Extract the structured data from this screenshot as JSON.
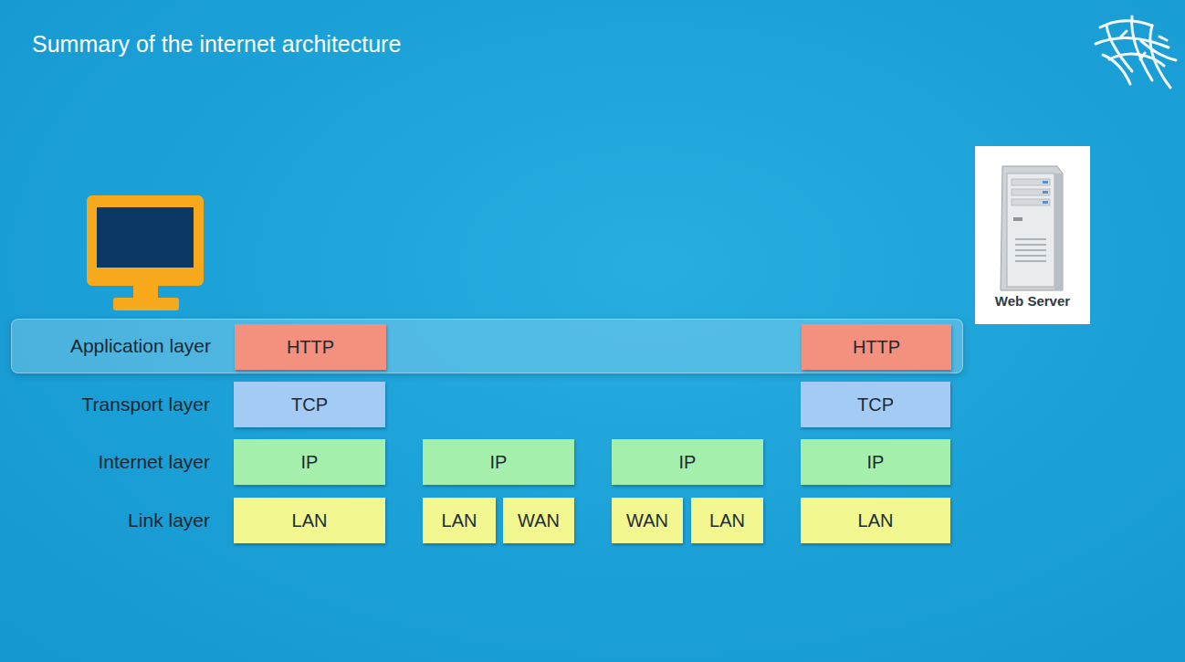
{
  "diagram": {
    "title": "Summary of the internet architecture",
    "nodes": [
      {
        "text": [
          "Application layer"
        ]
      },
      {
        "text": [
          "HTTP"
        ],
        "in": 0
      },
      {
        "text": [
          "HTTP"
        ],
        "in": 0
      },
      {
        "text": [
          "TCP"
        ]
      },
      {
        "text": [
          "TCP"
        ]
      },
      {
        "text": [
          "IP"
        ]
      },
      {
        "text": [
          "IP"
        ]
      },
      {
        "text": [
          "IP"
        ]
      },
      {
        "text": [
          "IP"
        ]
      },
      {
        "text": [
          "LAN"
        ]
      },
      {
        "text": [
          "LAN"
        ]
      },
      {
        "text": [
          "WAN"
        ]
      },
      {
        "text": [
          "WAN"
        ]
      },
      {
        "text": [
          "LAN"
        ]
      },
      {
        "text": [
          "LAN"
        ]
      }
    ],
    "labels": [
      "Transport layer",
      "Internet layer",
      "Link layer",
      "Web Server"
    ]
  }
}
